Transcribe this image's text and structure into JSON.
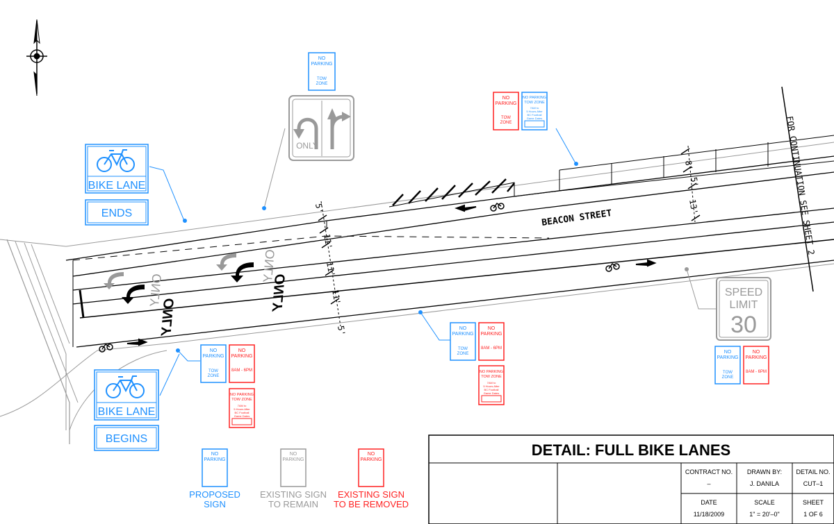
{
  "street_name": "BEACON STREET",
  "match_line": "FOR CONTINUATION SEE SHEET 2",
  "dimensions": {
    "d5_top": "5'",
    "d11_a": "11'",
    "d11_b": "11'",
    "d11_c": "11'",
    "d5_bottom": "5'",
    "d8_right": "8'",
    "d5_right": "5'",
    "d13_right": "13'"
  },
  "pavement_marking": "ONLY",
  "colors": {
    "proposed": "#1e90ff",
    "existing_remain": "#999999",
    "existing_remove": "#ff2020",
    "linework": "#000000"
  },
  "signs": {
    "no_parking": "NO PARKING",
    "no_parking_l1": "NO",
    "no_parking_l2": "PARKING",
    "tow_zone": "TOW ZONE",
    "tow_l1": "TOW",
    "tow_l2": "ZONE",
    "hours": "8AM - 6PM",
    "no_parking_tow_zone_l1": "NO PARKING",
    "no_parking_tow_zone_l2": "TOW ZONE",
    "game_l1": "7AM to",
    "game_l2": "5 Hours After",
    "game_l3": "BC Football",
    "game_l4": "Game Dates",
    "bike_lane": "BIKE LANE",
    "ends": "ENDS",
    "begins": "BEGINS",
    "lane_use_only": "ONLY",
    "speed_l1": "SPEED",
    "speed_l2": "LIMIT",
    "speed_value": "30"
  },
  "legend": {
    "proposed_l1": "PROPOSED",
    "proposed_l2": "SIGN",
    "remain_l1": "EXISTING SIGN",
    "remain_l2": "TO REMAIN",
    "remove_l1": "EXISTING SIGN",
    "remove_l2": "TO BE REMOVED"
  },
  "title_block": {
    "title": "DETAIL: FULL BIKE LANES",
    "contract_label": "CONTRACT NO.",
    "contract_value": "–",
    "drawn_label": "DRAWN BY:",
    "drawn_value": "J. DANILA",
    "detail_label": "DETAIL NO.",
    "detail_value": "CUT–1",
    "date_label": "DATE",
    "date_value": "11/18/2009",
    "scale_label": "SCALE",
    "scale_value": "1\" = 20'–0\"",
    "sheet_label": "SHEET",
    "sheet_value": "1 OF 6"
  }
}
